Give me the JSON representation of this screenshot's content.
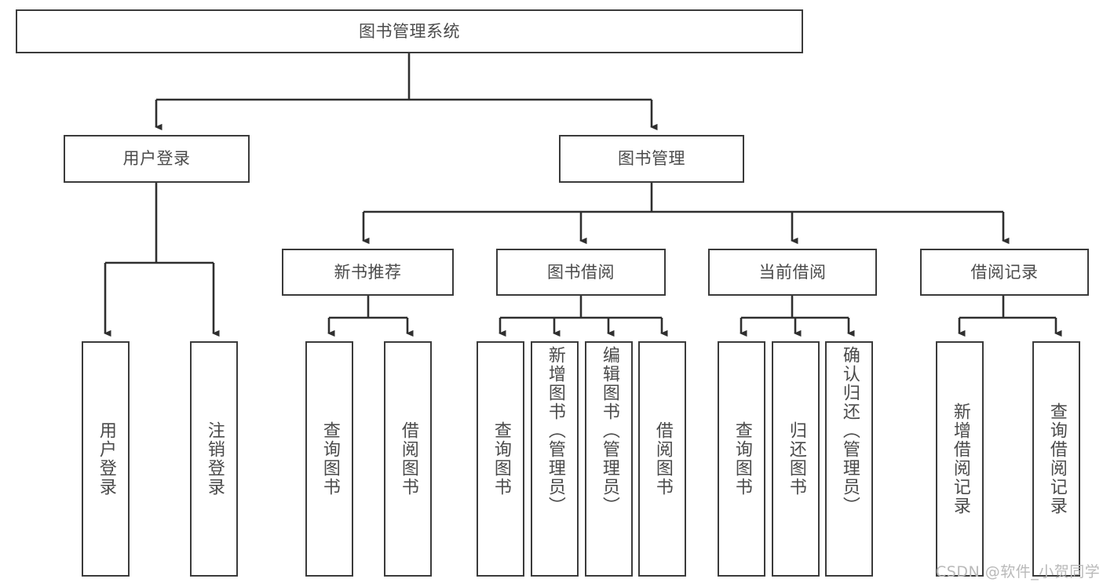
{
  "diagram": {
    "title": "图书管理系统",
    "type": "hierarchy-tree",
    "colors": {
      "box_border": "#3b3b3b",
      "box_fill": "#ffffff",
      "text": "#4a4a4a",
      "connector": "#2f2f2f",
      "watermark": "#b9b9b9",
      "background": "#ffffff"
    },
    "root": {
      "label": "图书管理系统"
    },
    "level2": [
      {
        "label": "用户登录"
      },
      {
        "label": "图书管理"
      }
    ],
    "level3": [
      {
        "label": "新书推荐"
      },
      {
        "label": "图书借阅"
      },
      {
        "label": "当前借阅"
      },
      {
        "label": "借阅记录"
      }
    ],
    "leaves": [
      {
        "label": "用户登录",
        "parent": "用户登录",
        "orientation": "vertical",
        "align": "center"
      },
      {
        "label": "注销登录",
        "parent": "用户登录",
        "orientation": "vertical",
        "align": "center"
      },
      {
        "label": "查询图书",
        "parent": "新书推荐",
        "orientation": "vertical",
        "align": "center"
      },
      {
        "label": "借阅图书",
        "parent": "新书推荐",
        "orientation": "vertical",
        "align": "center"
      },
      {
        "label": "查询图书",
        "parent": "图书借阅",
        "orientation": "vertical",
        "align": "center"
      },
      {
        "label": "新增图书（管理员）",
        "parent": "图书借阅",
        "orientation": "vertical",
        "align": "top"
      },
      {
        "label": "编辑图书（管理员）",
        "parent": "图书借阅",
        "orientation": "vertical",
        "align": "top"
      },
      {
        "label": "借阅图书",
        "parent": "图书借阅",
        "orientation": "vertical",
        "align": "center"
      },
      {
        "label": "查询图书",
        "parent": "当前借阅",
        "orientation": "vertical",
        "align": "center"
      },
      {
        "label": "归还图书",
        "parent": "当前借阅",
        "orientation": "vertical",
        "align": "center"
      },
      {
        "label": "确认归还（管理员）",
        "parent": "当前借阅",
        "orientation": "vertical",
        "align": "top"
      },
      {
        "label": "新增借阅记录",
        "parent": "借阅记录",
        "orientation": "vertical",
        "align": "center"
      },
      {
        "label": "查询借阅记录",
        "parent": "借阅记录",
        "orientation": "vertical",
        "align": "center"
      }
    ],
    "watermark": "CSDN @软件_小贺同学"
  }
}
